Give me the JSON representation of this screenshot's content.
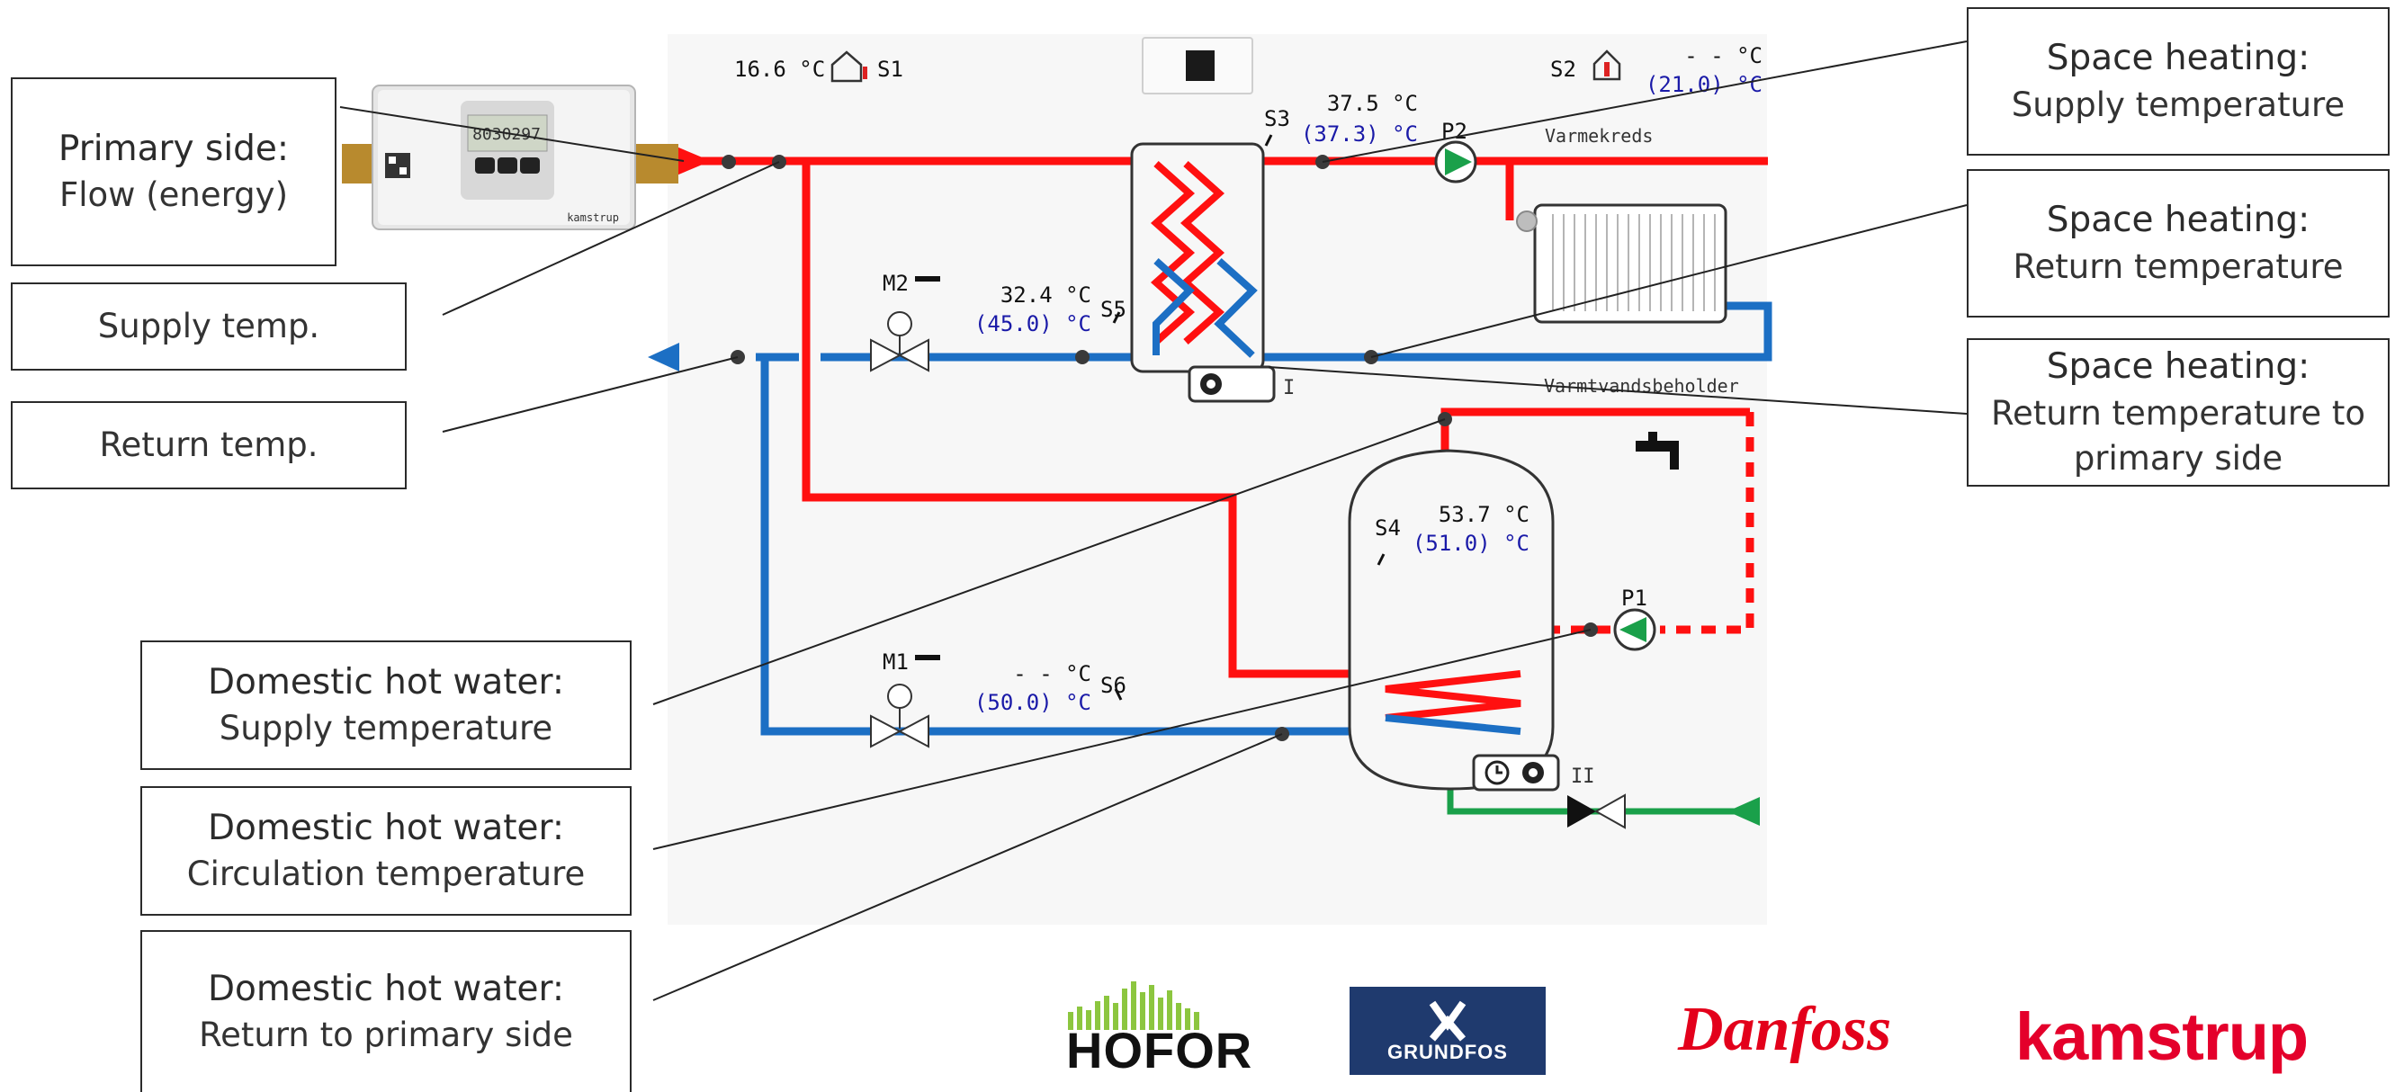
{
  "scheme": {
    "s1": {
      "value": "16.6 °C",
      "label": "S1"
    },
    "s2": {
      "label": "S2",
      "value": "- - °C",
      "setpoint": "(21.0) °C"
    },
    "s3": {
      "label": "S3",
      "value": "37.5 °C",
      "setpoint": "(37.3) °C"
    },
    "s4": {
      "label": "S4",
      "value": "53.7 °C",
      "setpoint": "(51.0) °C"
    },
    "s5": {
      "label": "S5",
      "value": "32.4 °C",
      "setpoint": "(45.0) °C"
    },
    "s6": {
      "label": "S6",
      "value": "- - °C",
      "setpoint": "(50.0) °C"
    },
    "p1": "P1",
    "p2": "P2",
    "m1": "M1",
    "m2": "M2",
    "circuit_heating": "Varmekreds",
    "circuit_dhw": "Varmtvandsbeholder",
    "circuit_i": "I",
    "circuit_ii": "II",
    "colors": {
      "supply": "#ff1010",
      "return": "#1c6fc4",
      "cold": "#1aa04a",
      "text_setpoint": "#1a1aa8"
    }
  },
  "callouts": {
    "primary_flow": {
      "title": "Primary side:",
      "subtitle": "Flow (energy)"
    },
    "supply_temp": {
      "subtitle": "Supply temp."
    },
    "return_temp": {
      "subtitle": "Return temp."
    },
    "sh_supply": {
      "title": "Space heating:",
      "subtitle": "Supply temperature"
    },
    "sh_return": {
      "title": "Space heating:",
      "subtitle": "Return temperature"
    },
    "sh_return_primary": {
      "title": "Space heating:",
      "subtitle": "Return temperature to primary side"
    },
    "dhw_supply": {
      "title": "Domestic hot water:",
      "subtitle": "Supply temperature"
    },
    "dhw_circulation": {
      "title": "Domestic hot water:",
      "subtitle": "Circulation temperature"
    },
    "dhw_return_primary": {
      "title": "Domestic hot water:",
      "subtitle": "Return to primary side"
    }
  },
  "meter": {
    "display": "8030297",
    "brand": "kamstrup"
  },
  "logos": {
    "hofor": "HOFOR",
    "grundfos": "GRUNDFOS",
    "danfoss": "Danfoss",
    "kamstrup": "kamstrup"
  },
  "icons": [
    "house-outline-icon",
    "house-thermometer-icon",
    "gear-icon",
    "clock-icon",
    "tap-icon",
    "pump-icon",
    "valve-icon",
    "radiator-icon",
    "heat-meter-icon"
  ]
}
